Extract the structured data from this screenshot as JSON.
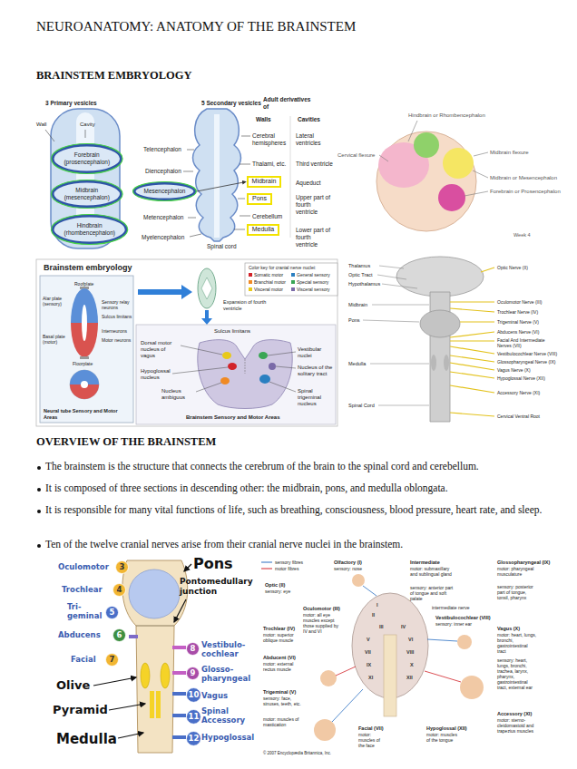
{
  "diagram": {
    "title": "NEUROANATOMY: ANATOMY OF THE BRAINSTEM",
    "nodes": [
      {
        "text": [
          "Forebrain (prosencephalon)"
        ]
      },
      {
        "text": [
          "Midbrain (mesencephalon)"
        ]
      },
      {
        "text": [
          "Hindbrain (rhombencephalon)"
        ]
      },
      {
        "text": [
          "Mesencephalon"
        ]
      },
      {
        "text": [
          "Midbrain"
        ]
      },
      {
        "text": [
          "Pons"
        ]
      },
      {
        "text": [
          "Medulla"
        ]
      },
      {
        "text": [
          "3"
        ]
      },
      {
        "text": [
          "4"
        ]
      },
      {
        "text": [
          "5"
        ]
      },
      {
        "text": [
          "6"
        ]
      },
      {
        "text": [
          "7"
        ]
      },
      {
        "text": [
          "8"
        ]
      },
      {
        "text": [
          "9"
        ]
      },
      {
        "text": [
          "10"
        ]
      },
      {
        "text": [
          "11"
        ]
      },
      {
        "text": [
          "12"
        ]
      }
    ],
    "edges": [
      {
        "from": 3,
        "to": 4,
        "arrow": "to"
      }
    ],
    "labels": [
      "BRAINSTEM EMBRYOLOGY",
      "3 Primary vesicles",
      "Wall",
      "Cavity",
      "5 Secondary vesicles",
      "Telencephalon",
      "Diencephalon",
      "Metencephalon",
      "Myelencephalon",
      "Spinal cord",
      "Adult derivatives of",
      "Walls",
      "Cavities",
      "Cerebral hemispheres",
      "Lateral ventricles",
      "Thalami, etc.",
      "Third ventricle",
      "Aqueduct",
      "Upper part of fourth ventricle",
      "Cerebellum",
      "Lower part of fourth ventricle",
      "Hindbrain or Rhombencephalon",
      "Cervical flexure",
      "Midbrain flexure",
      "Midbrain or Mesencephalon",
      "Forebrain or Prosencephalon",
      "Week 4",
      "Brainstem embryology",
      "Roofplate",
      "Alar plate (sensory)",
      "Sensory relay neurons",
      "Sulcus limitans",
      "Interneurons",
      "Basal plate (motor)",
      "Motor neurons",
      "Floorplate",
      "Neural tube Sensory and Motor Areas",
      "Expansion of fourth ventricle",
      "Color key for cranial nerve nuclei:",
      "Sulcus limitans",
      "Dorsal motor nucleus of vagus",
      "Hypoglossal nucleus",
      "Nucleus ambiguus",
      "Vestibular nuclei",
      "Nucleus of the solitary tract",
      "Spinal trigeminal nucleus",
      "Brainstem Sensory and Motor Areas",
      "Thalamus",
      "Optic Tract",
      "Hypothalamus",
      "Midbrain",
      "Pons",
      "Medulla",
      "Spinal Cord",
      "Optic Nerve (II)",
      "Oculomotor Nerve (III)",
      "Trochlear Nerve (IV)",
      "Trigeminal Nerve (V)",
      "Abducens Nerve (VI)",
      "Facial And Intermediate Nerves (VII)",
      "Vestibulocochlear Nerve (VIII)",
      "Glossopharyngeal Nerve (IX)",
      "Vagus Nerve (X)",
      "Hypoglossal Nerve (XII)",
      "Accessory Nerve (XI)",
      "Cervical Ventral Root",
      "OVERVIEW OF THE BRAINSTEM",
      "The brainstem is the structure that connects the cerebrum of the brain to the spinal cord and cerebellum.",
      "It is composed of three sections in descending other: the midbrain, pons, and medulla oblongata.",
      "It is responsible for many vital functions of life, such as breathing, consciousness, blood pressure, heart rate, and sleep.",
      "Ten of the twelve cranial nerves arise from their cranial nerve nuclei in the brainstem.",
      "Pons",
      "Pontomedullary junction",
      "Oculomotor",
      "Trochlear",
      "Tri-geminal",
      "Abducens",
      "Facial",
      "Olive",
      "Pyramid",
      "Medulla",
      "Vestibulo-cochlear",
      "Glosso-pharyngeal",
      "Vagus",
      "Spinal Accessory",
      "Hypoglossal",
      "Olfactory (I)",
      "sensory: nose",
      "Intermediate",
      "motor: submaxillary and sublingual gland",
      "sensory: anterior part of tongue and soft palate",
      "Glossopharyngeal (IX)",
      "motor: pharyngeal musculature",
      "sensory: posterior part of tongue, tonsil, pharynx",
      "Optic (II)",
      "sensory: eye",
      "intermediate nerve",
      "Vestibulocochlear (VIII)",
      "sensory: inner ear",
      "Trochlear (IV)",
      "motor: superior oblique muscle",
      "Oculomotor (III)",
      "motor: all eye muscles except those supplied by IV and VI",
      "Abducent (VI)",
      "motor: external rectus muscle",
      "Trigeminal (V)",
      "sensory: face, sinuses, teeth, etc.",
      "motor: muscles of mastication",
      "Facial (VII)",
      "motor: muscles of the face",
      "Hypoglossal (XII)",
      "motor: muscles of the tongue",
      "Vagus (X)",
      "motor: heart, lungs, bronchi, gastrointestinal tract",
      "sensory: heart, lungs, bronchi, trachea, larynx, pharynx, gastrointestinal tract, external ear",
      "Accessory (XI)",
      "motor: sterno-cleidomastoid and trapezius muscles",
      "© 2007 Encyclopædia Britannica, Inc.",
      "I",
      "II",
      "III",
      "IV",
      "V",
      "VI",
      "VII",
      "VIII",
      "IX",
      "X",
      "XI",
      "XII"
    ],
    "legend": [
      {
        "text": "Somatic motor",
        "color": "#d2232a"
      },
      {
        "text": "Branchial motor",
        "color": "#f08a24"
      },
      {
        "text": "Visceral motor",
        "color": "#e8c91a"
      },
      {
        "text": "General sensory",
        "color": "#2a7fc1"
      },
      {
        "text": "Special sensory",
        "color": "#3aa655"
      },
      {
        "text": "Visceral sensory",
        "color": "#7a6aa8"
      },
      {
        "text": "sensory fibres"
      },
      {
        "text": "motor fibres"
      }
    ]
  }
}
